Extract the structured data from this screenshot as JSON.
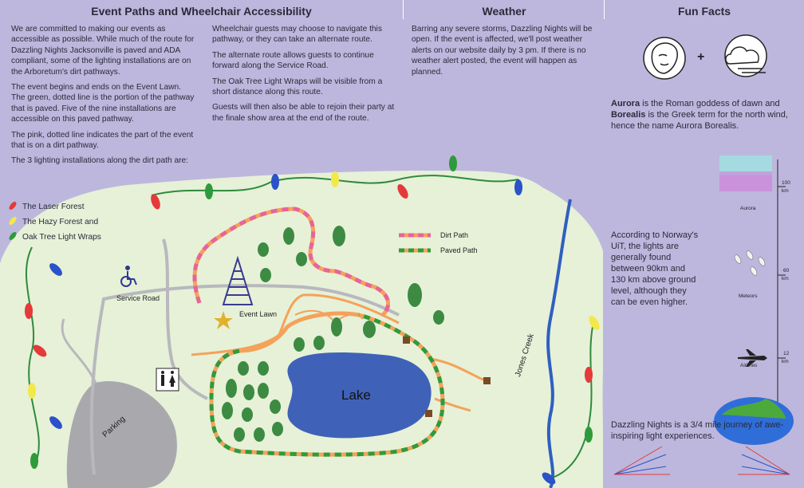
{
  "header": {
    "section1_title": "Event Paths and Wheelchair Accessibility",
    "section2_title": "Weather",
    "section3_title": "Fun Facts"
  },
  "accessibility": {
    "col1_p1": "We are committed to making our events as accessible as possible. While much of the route for Dazzling Nights Jacksonville is paved and ADA compliant, some of the lighting installations are on the Arboretum's dirt pathways.",
    "col1_p2": "The event begins and ends on the Event Lawn. The green, dotted line is the portion of the pathway that is paved. Five of the nine installations are accessible on this paved pathway.",
    "col1_p3": "The pink, dotted line indicates the part of the event that is on a dirt pathway.",
    "col1_p4": "The 3 lighting installations along the dirt path are:",
    "installations": [
      "The Laser Forest",
      "The Hazy Forest and",
      "Oak Tree Light Wraps"
    ],
    "col2_p1": "Wheelchair guests may choose to navigate this pathway, or they can take an alternate route.",
    "col2_p2": "The alternate route allows guests to continue forward along the Service Road.",
    "col2_p3": "The Oak Tree Light Wraps will be visible from a short distance along this route.",
    "col2_p4": "Guests will then also be able to rejoin their party at the finale show area at the end of the route."
  },
  "weather": {
    "text": "Barring any severe storms, Dazzling Nights will be open. If the event is affected, we'll post weather alerts on our website daily by 3 pm. If there is no weather alert posted, the event will happen as planned."
  },
  "map": {
    "legend": {
      "dirt": "Dirt Path",
      "paved": "Paved Path"
    },
    "labels": {
      "service_road": "Service Road",
      "event_lawn": "Event Lawn",
      "lake": "Lake",
      "parking": "Parking",
      "creek": "Jones Creek"
    },
    "colors": {
      "dirt_path": "#e8639a",
      "paved_path": "#2f9a3c",
      "path_orange": "#f4a25a",
      "lake": "#3f62b8",
      "ground": "#e8f2dc"
    },
    "icons": [
      "wheelchair-icon",
      "restroom-icon",
      "star-icon",
      "christmas-tree-icon"
    ]
  },
  "fun_facts": {
    "plus": "+",
    "aurora_word": "Aurora",
    "aurora_text": " is the Roman goddess of dawn and ",
    "borealis_word": "Borealis",
    "borealis_text": " is the Greek term for the north wind, hence the name Aurora Borealis.",
    "norway_text": "According to Norway's UiT, the lights are generally found between 90km and 130 km above ground level, although they can be even higher.",
    "altitude_labels": {
      "aurora": "Aurora",
      "meteors": "Meteors",
      "airlines": "Airlines"
    },
    "altitude_ticks": {
      "t100": "100",
      "t60": "60",
      "t12": "12",
      "unit": "km"
    },
    "journey_text": "Dazzling Nights is a 3/4 mile journey of awe-inspiring light experiences."
  }
}
